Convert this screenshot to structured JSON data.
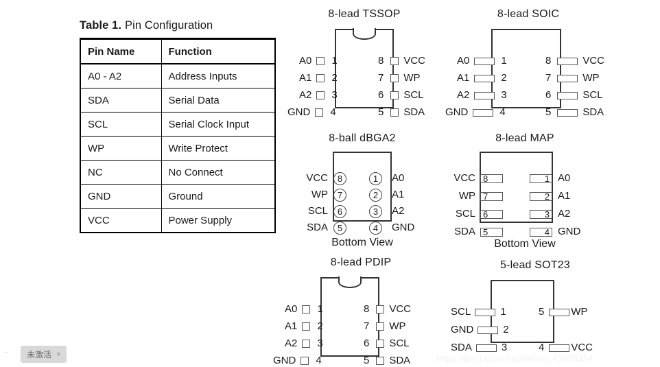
{
  "table": {
    "caption_label": "Table 1.",
    "caption_text": "Pin Configuration",
    "headers": [
      "Pin Name",
      "Function"
    ],
    "rows": [
      {
        "pin_name": "A0 - A2",
        "function": "Address Inputs"
      },
      {
        "pin_name": "SDA",
        "function": "Serial Data"
      },
      {
        "pin_name": "SCL",
        "function": "Serial Clock Input"
      },
      {
        "pin_name": "WP",
        "function": "Write Protect"
      },
      {
        "pin_name": "NC",
        "function": "No Connect"
      },
      {
        "pin_name": "GND",
        "function": "Ground"
      },
      {
        "pin_name": "VCC",
        "function": "Power Supply"
      }
    ]
  },
  "packages": {
    "tssop": {
      "title": "8-lead TSSOP",
      "left_pins": [
        {
          "num": "1",
          "label": "A0"
        },
        {
          "num": "2",
          "label": "A1"
        },
        {
          "num": "3",
          "label": "A2"
        },
        {
          "num": "4",
          "label": "GND"
        }
      ],
      "right_pins": [
        {
          "num": "8",
          "label": "VCC"
        },
        {
          "num": "7",
          "label": "WP"
        },
        {
          "num": "6",
          "label": "SCL"
        },
        {
          "num": "5",
          "label": "SDA"
        }
      ]
    },
    "soic": {
      "title": "8-lead SOIC",
      "left_pins": [
        {
          "num": "1",
          "label": "A0"
        },
        {
          "num": "2",
          "label": "A1"
        },
        {
          "num": "3",
          "label": "A2"
        },
        {
          "num": "4",
          "label": "GND"
        }
      ],
      "right_pins": [
        {
          "num": "8",
          "label": "VCC"
        },
        {
          "num": "7",
          "label": "WP"
        },
        {
          "num": "6",
          "label": "SCL"
        },
        {
          "num": "5",
          "label": "SDA"
        }
      ]
    },
    "dbga2": {
      "title": "8-ball dBGA2",
      "footer": "Bottom View",
      "left_pins": [
        {
          "num": "8",
          "label": "VCC"
        },
        {
          "num": "7",
          "label": "WP"
        },
        {
          "num": "6",
          "label": "SCL"
        },
        {
          "num": "5",
          "label": "SDA"
        }
      ],
      "right_pins": [
        {
          "num": "1",
          "label": "A0"
        },
        {
          "num": "2",
          "label": "A1"
        },
        {
          "num": "3",
          "label": "A2"
        },
        {
          "num": "4",
          "label": "GND"
        }
      ]
    },
    "map": {
      "title": "8-lead MAP",
      "footer": "Bottom View",
      "left_pins": [
        {
          "num": "8",
          "label": "VCC"
        },
        {
          "num": "7",
          "label": "WP"
        },
        {
          "num": "6",
          "label": "SCL"
        },
        {
          "num": "5",
          "label": "SDA"
        }
      ],
      "right_pins": [
        {
          "num": "1",
          "label": "A0"
        },
        {
          "num": "2",
          "label": "A1"
        },
        {
          "num": "3",
          "label": "A2"
        },
        {
          "num": "4",
          "label": "GND"
        }
      ]
    },
    "pdip": {
      "title": "8-lead PDIP",
      "left_pins": [
        {
          "num": "1",
          "label": "A0"
        },
        {
          "num": "2",
          "label": "A1"
        },
        {
          "num": "3",
          "label": "A2"
        },
        {
          "num": "4",
          "label": "GND"
        }
      ],
      "right_pins": [
        {
          "num": "8",
          "label": "VCC"
        },
        {
          "num": "7",
          "label": "WP"
        },
        {
          "num": "6",
          "label": "SCL"
        },
        {
          "num": "5",
          "label": "SDA"
        }
      ]
    },
    "sot23": {
      "title": "5-lead SOT23",
      "left_pins": [
        {
          "num": "1",
          "label": "SCL"
        },
        {
          "num": "2",
          "label": "GND"
        },
        {
          "num": "3",
          "label": "SDA"
        }
      ],
      "right_pins": [
        {
          "num": "5",
          "label": "WP"
        },
        {
          "num": "4",
          "label": "VCC"
        }
      ]
    }
  },
  "watermarks": {
    "activation_label": "未激活",
    "activation_close": "×",
    "url_text": "https://blog.csdn.net/weixin_41955354"
  }
}
